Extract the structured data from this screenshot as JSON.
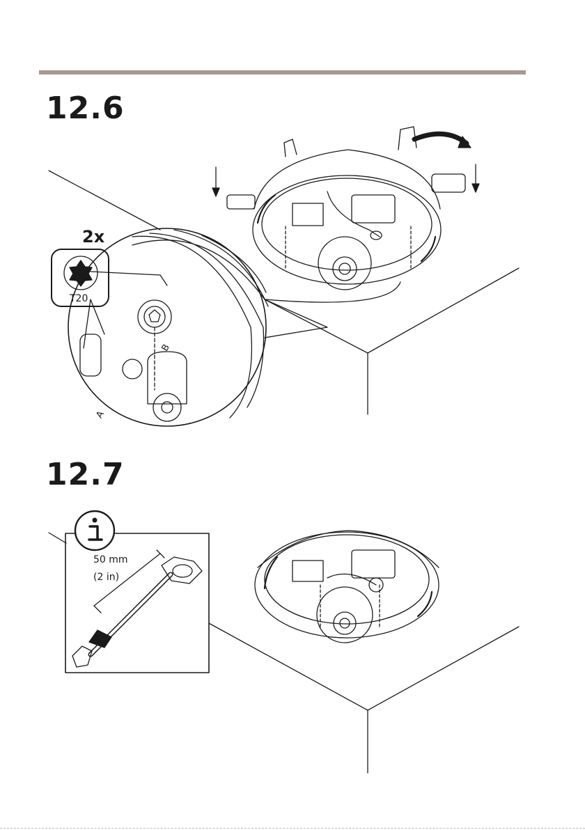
{
  "steps": [
    {
      "number": "12.6",
      "multiplier": "2x",
      "tool": "T20",
      "markings": [
        "A",
        "B"
      ]
    },
    {
      "number": "12.7",
      "info_icon": "info-icon",
      "cable_length": "50 mm",
      "cable_length_imperial": "(2 in)"
    }
  ],
  "colors": {
    "header_rule": "#a69890",
    "ink": "#1a1a1a"
  }
}
